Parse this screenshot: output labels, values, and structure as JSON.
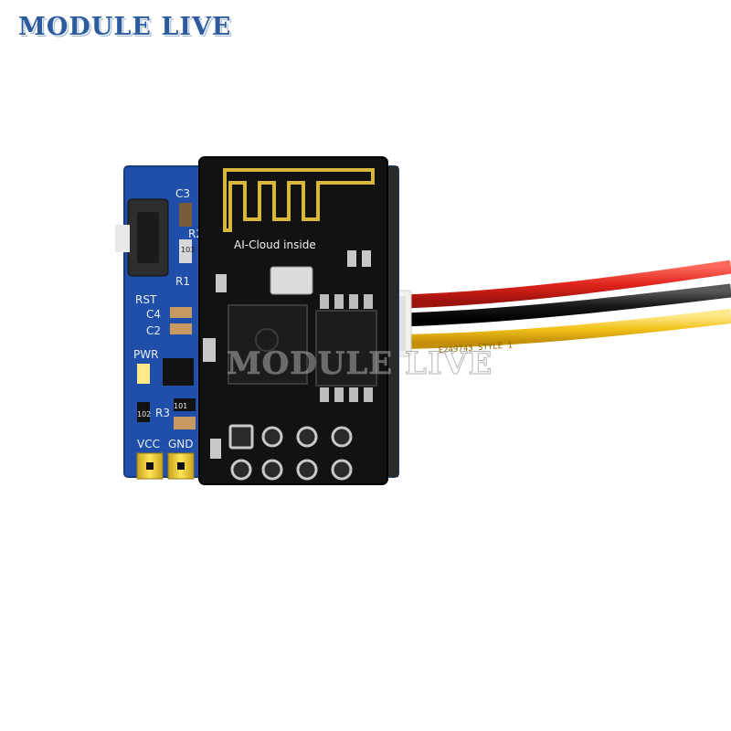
{
  "brand": {
    "text": "MODULE LIVE",
    "color": "#2c5b9e"
  },
  "watermark": {
    "text": "MODULE LIVE"
  },
  "adapter_board": {
    "color": "#1f4fa8",
    "labels": {
      "c3": "C3",
      "r2": "R2",
      "r1": "R1",
      "rst": "RST",
      "c4": "C4",
      "c2": "C2",
      "pwr": "PWR",
      "r3": "R3",
      "vcc": "VCC",
      "gnd": "GND",
      "res_a": "103",
      "res_b": "102",
      "res_c": "101"
    }
  },
  "wifi_module": {
    "color": "#121212",
    "antenna_text": "AI-Cloud inside"
  },
  "cable": {
    "wires": [
      {
        "color": "#e0241c"
      },
      {
        "color": "#1a1a1a"
      },
      {
        "color": "#f2c21a"
      }
    ],
    "print_text": "E249743  STYLE 1"
  }
}
